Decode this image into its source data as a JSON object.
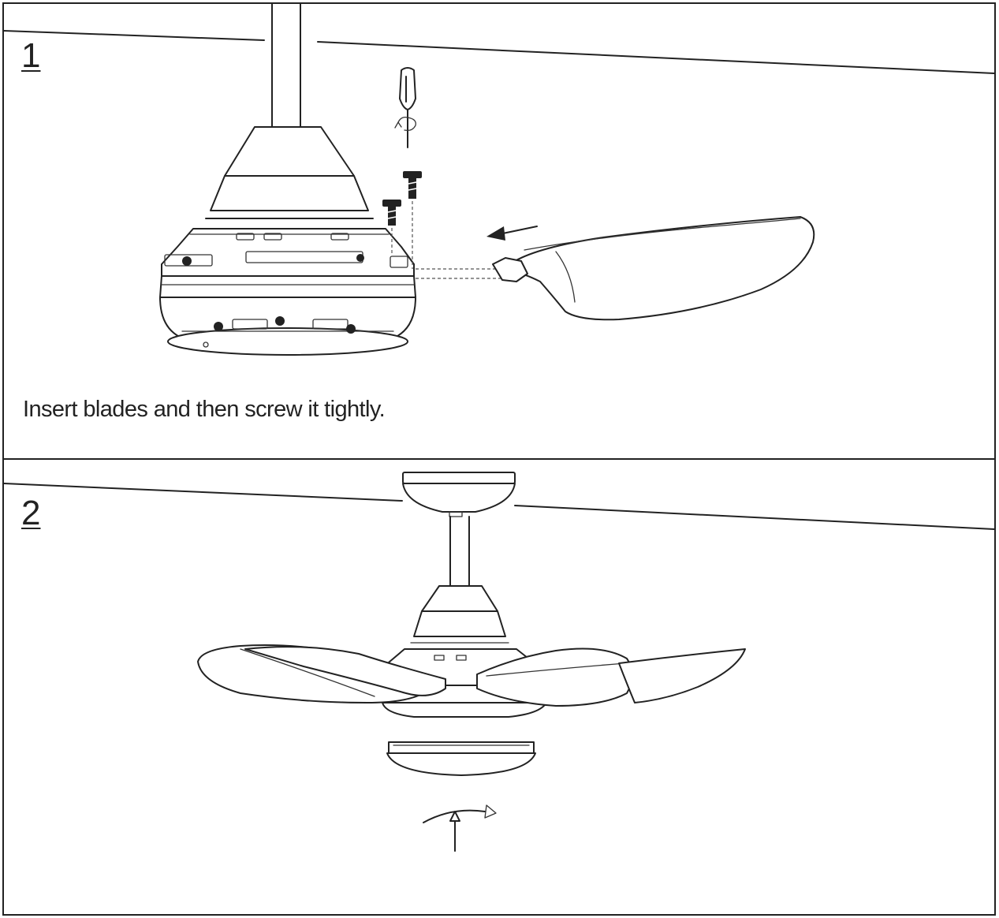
{
  "steps": [
    {
      "number": "1",
      "instruction": "Insert blades and then screw it tightly."
    },
    {
      "number": "2"
    }
  ]
}
